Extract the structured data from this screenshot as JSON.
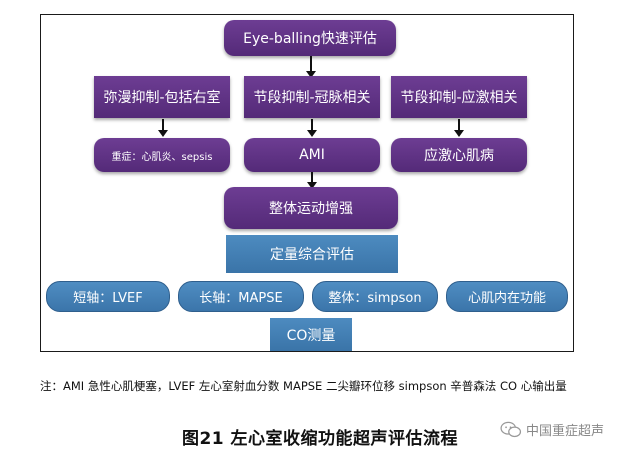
{
  "diagram": {
    "top": "Eye-balling快速评估",
    "row2": [
      "弥漫抑制-包括右室",
      "节段抑制-冠脉相关",
      "节段抑制-应激相关"
    ],
    "row3": [
      "重症：心肌炎、sepsis",
      "AMI",
      "应激心肌病"
    ],
    "global": "整体运动增强",
    "quant": "定量综合评估",
    "metrics": [
      "短轴：LVEF",
      "长轴：MAPSE",
      "整体：simpson",
      "心肌内在功能"
    ],
    "co": "CO测量"
  },
  "note": "注：AMI 急性心肌梗塞，LVEF 左心室射血分数 MAPSE 二尖瓣环位移 simpson 辛普森法 CO 心输出量",
  "caption": "图21  左心室收缩功能超声评估流程",
  "watermark": "中国重症超声",
  "colors": {
    "purple": "#5e3185",
    "blue": "#4281b8",
    "frame": "#1a1a1a"
  }
}
